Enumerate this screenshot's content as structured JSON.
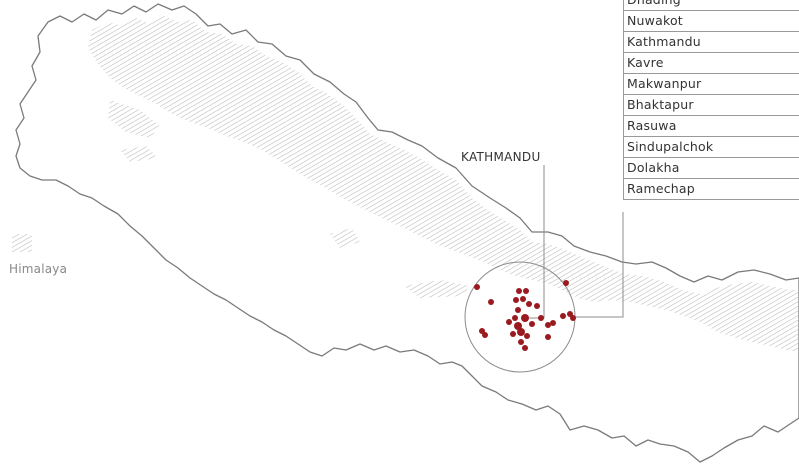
{
  "map": {
    "legend_label": "Himalaya",
    "city_label": "KATHMANDU",
    "districts": [
      "Dhading",
      "Nuwakot",
      "Kathmandu",
      "Kavre",
      "Makwanpur",
      "Bhaktapur",
      "Rasuwa",
      "Sindupalchok",
      "Dolakha",
      "Ramechap"
    ],
    "colors": {
      "outline": "#7a7a7a",
      "hatch": "#b8b8b8",
      "marker": "#9a1a1f",
      "leader_line": "#8c8c8c"
    }
  }
}
